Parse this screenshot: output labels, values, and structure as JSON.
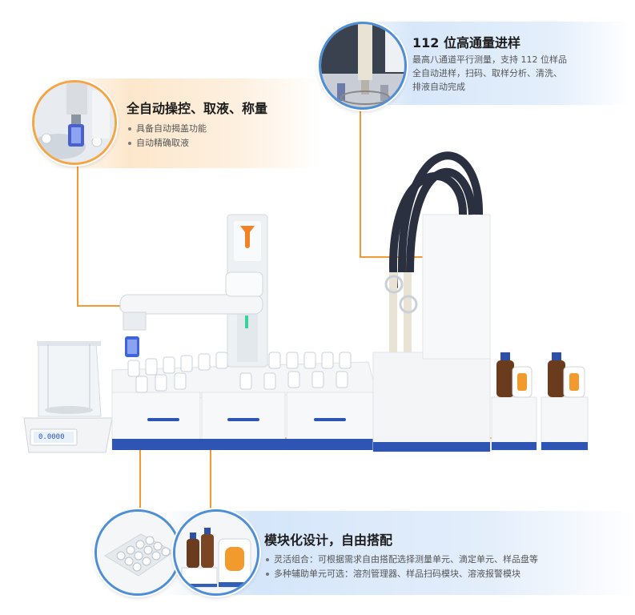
{
  "callouts": {
    "robot": {
      "title": "全自动操控、取液、称量",
      "bullets": [
        "具备自动揭盖功能",
        "自动精确取液"
      ]
    },
    "sampling": {
      "title": "112 位高通量进样",
      "lines": [
        "最高八通道平行测量，支持 112 位样品",
        "全自动进样，扫码、取样分析、清洗、",
        "排液自动完成"
      ]
    },
    "modular": {
      "title": "模块化设计，自由搭配",
      "bullets": [
        "灵活组合：可根据需求自由搭配选择测量单元、滴定单元、样品盘等",
        "多种辅助单元可选：溶剂管理器、样品扫码模块、溶液报警模块"
      ]
    }
  },
  "balance": {
    "display": "0.0000"
  },
  "colors": {
    "accent_orange": "#f39a35",
    "accent_blue": "#2f5fb8",
    "panel_orange": "#fde7cc",
    "panel_blue": "#dbe8fa"
  }
}
